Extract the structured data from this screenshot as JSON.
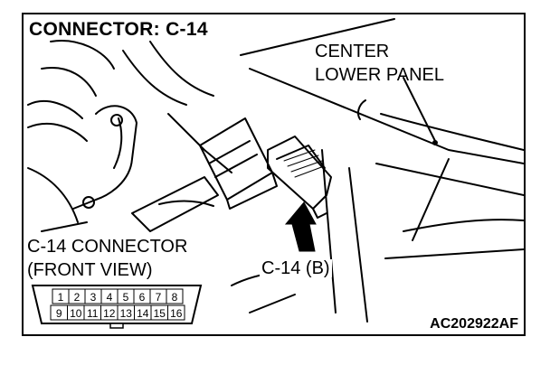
{
  "title": "CONNECTOR: C-14",
  "panel_label": [
    "CENTER",
    "LOWER PANEL"
  ],
  "connector_label": [
    "C-14 CONNECTOR",
    "(FRONT VIEW)"
  ],
  "callout": "C-14 (B)",
  "figure_code": "AC202922AF",
  "pins_top": [
    "1",
    "2",
    "3",
    "4",
    "5",
    "6",
    "7",
    "8"
  ],
  "pins_bottom": [
    "9",
    "10",
    "11",
    "12",
    "13",
    "14",
    "15",
    "16"
  ]
}
